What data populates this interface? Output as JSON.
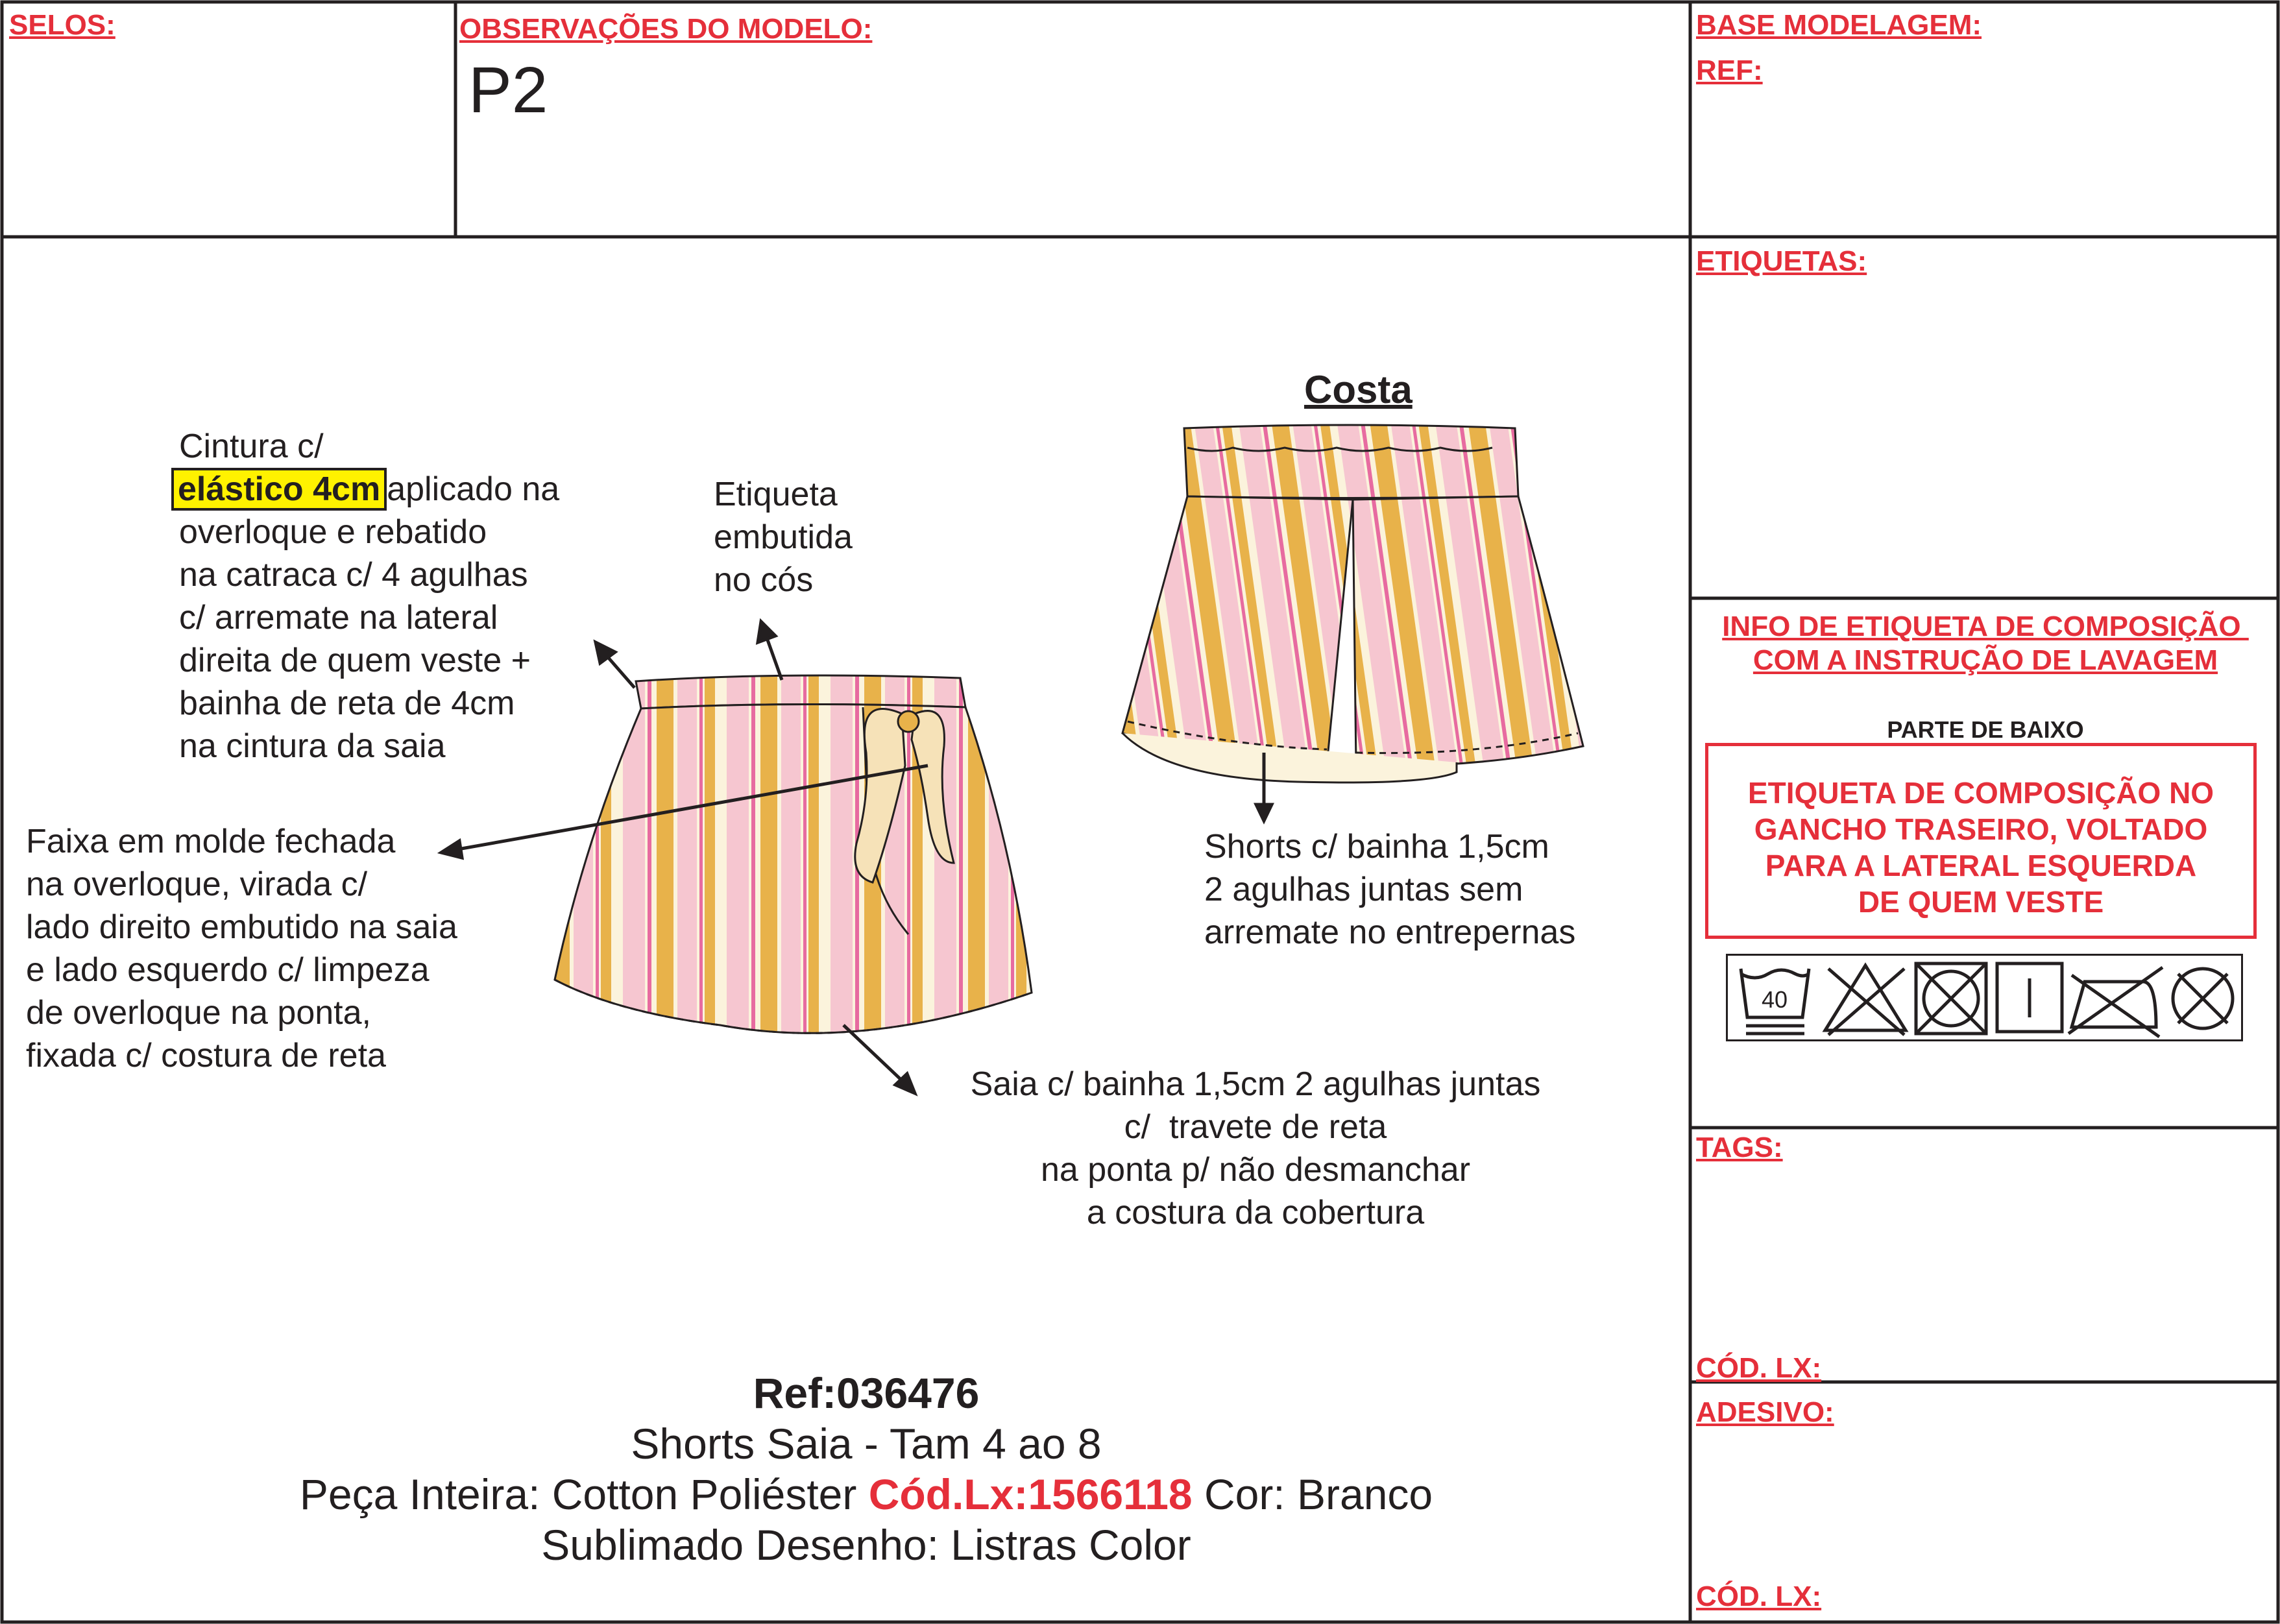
{
  "header": {
    "selos_label": "SELOS:",
    "observacoes_label": "OBSERVAÇÕES DO MODELO:",
    "observacoes_value": "P2",
    "base_modelagem_label": "BASE MODELAGEM:",
    "ref_label": "REF:"
  },
  "sidebar": {
    "etiquetas_label": "ETIQUETAS:",
    "info_title_line1": "INFO DE ETIQUETA DE COMPOSIÇÃO ",
    "info_title_line2": "COM A INSTRUÇÃO DE LAVAGEM",
    "parte_label": "PARTE DE BAIXO",
    "composition_box": [
      "ETIQUETA DE COMPOSIÇÃO NO",
      "GANCHO TRASEIRO, VOLTADO",
      "PARA A LATERAL ESQUERDA",
      "DE QUEM VESTE"
    ],
    "care_symbols": [
      "wash-40-gentle-icon",
      "no-bleach-icon",
      "no-tumble-dry-icon",
      "line-dry-icon",
      "no-iron-icon",
      "no-dry-clean-icon"
    ],
    "wash_temp": "40",
    "tags_label": "TAGS:",
    "cod_lx_label_1": "CÓD. LX:",
    "adesivo_label": "ADESIVO:",
    "cod_lx_label_2": "CÓD. LX:"
  },
  "drawing": {
    "costa_label": "Costa",
    "cintura_note": {
      "line1": "Cintura c/",
      "highlight": "elástico 4cm",
      "line2_rest": "aplicado na",
      "lines": [
        "overloque e rebatido",
        "na catraca c/ 4 agulhas",
        "c/ arremate na lateral",
        "direita de quem veste +",
        "bainha de reta de 4cm",
        "na cintura da saia"
      ]
    },
    "etiqueta_note": [
      "Etiqueta",
      "embutida",
      "no cós"
    ],
    "faixa_note": [
      "Faixa em molde fechada",
      "na overloque, virada c/",
      "lado direito embutido na saia",
      "e lado esquerdo c/ limpeza",
      "de overloque na ponta,",
      "fixada c/ costura de reta"
    ],
    "shorts_note": [
      "Shorts c/ bainha 1,5cm",
      "2 agulhas juntas sem",
      "arremate no entrepernas"
    ],
    "saia_note": [
      "Saia c/ bainha 1,5cm 2 agulhas juntas",
      "c/  travete de reta",
      "na ponta p/ não desmanchar",
      "a costura da cobertura"
    ]
  },
  "product": {
    "ref": "Ref:036476",
    "name": "Shorts Saia - Tam 4 ao 8",
    "fabric_prefix": "Peça Inteira: Cotton Poliéster ",
    "fabric_code": "Cód.Lx:1566118",
    "fabric_suffix": " Cor: Branco",
    "print": "Sublimado Desenho: Listras Color"
  },
  "colors": {
    "label_red": "#e52f3a",
    "line": "#231f20",
    "highlight": "#fff200",
    "stripe_pink": "#f6c6d0",
    "stripe_hot_pink": "#e76ba0",
    "stripe_mustard": "#e8b24a",
    "stripe_cream": "#fbf3dc"
  }
}
